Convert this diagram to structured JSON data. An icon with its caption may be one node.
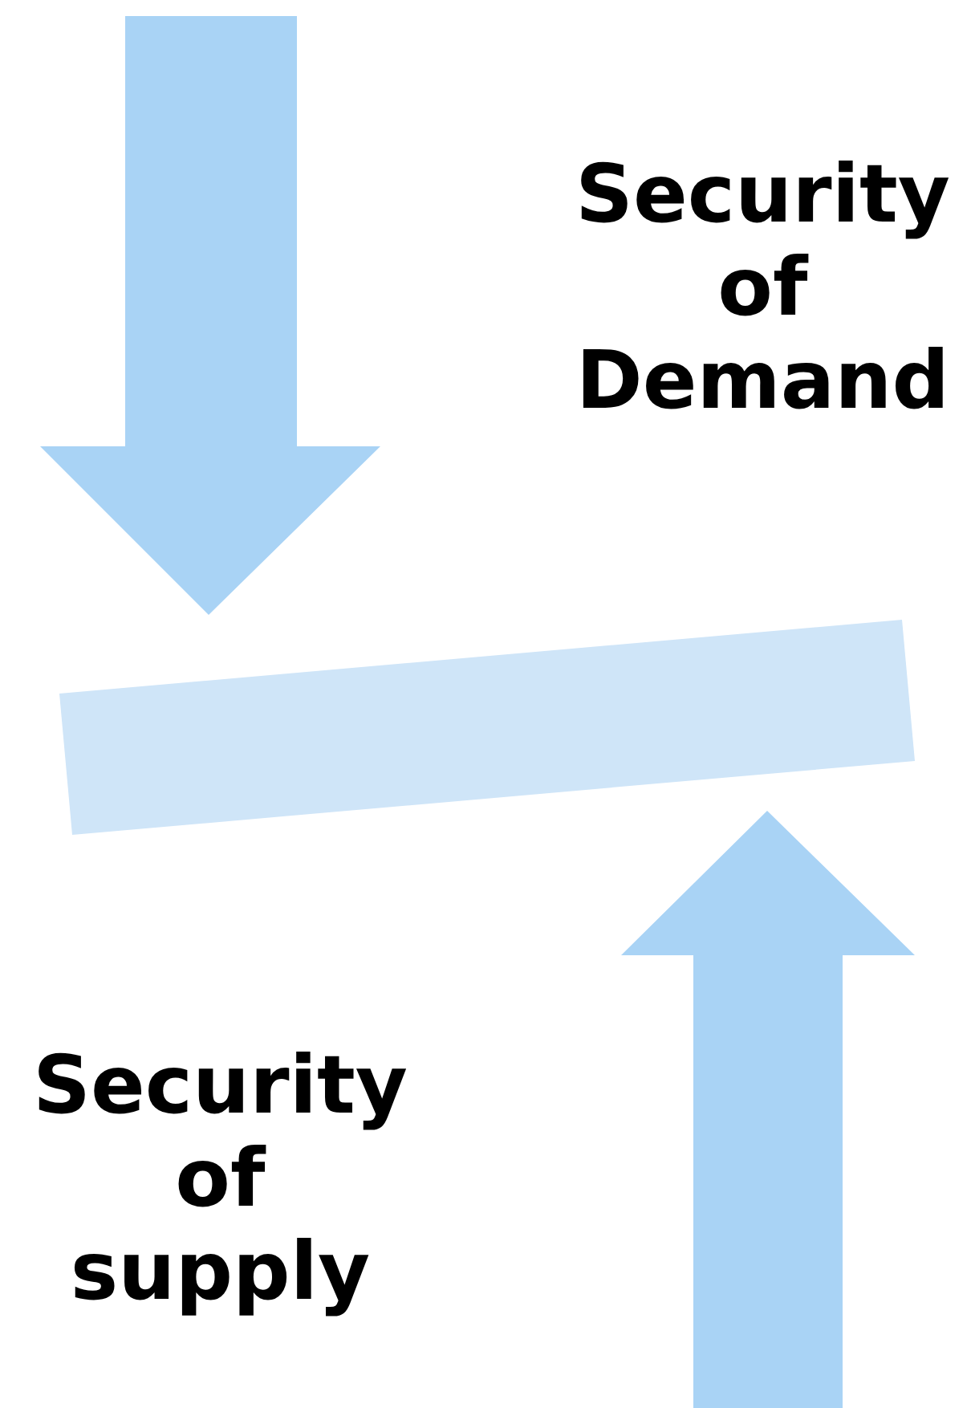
{
  "diagram": {
    "nodes": [
      {
        "text": [],
        "shape": "bar"
      }
    ],
    "labels": [
      "Security of Demand",
      "Security of supply"
    ]
  }
}
